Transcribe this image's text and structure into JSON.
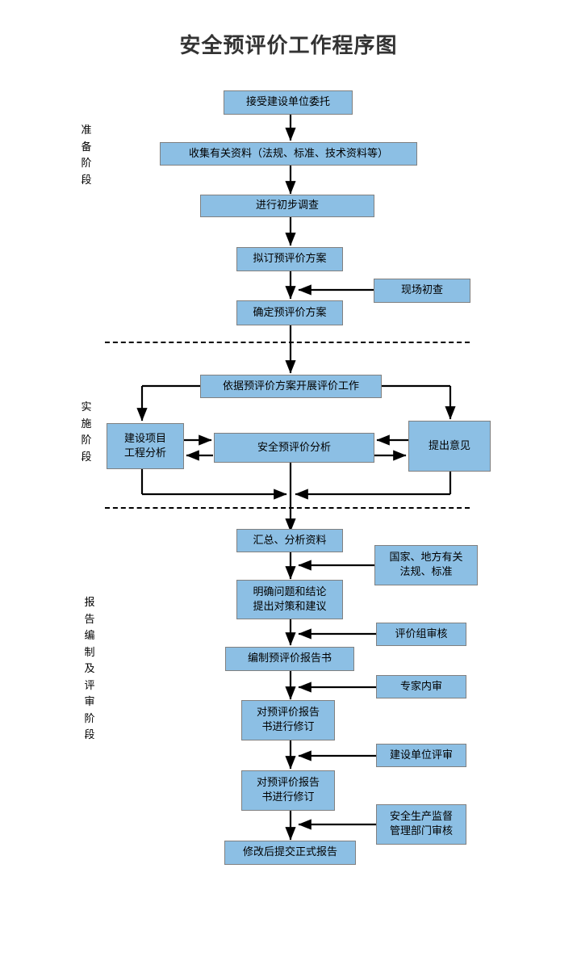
{
  "title": "安全预评价工作程序图",
  "colors": {
    "node_fill": "#8CBFE4",
    "node_border": "#808080",
    "line": "#000000",
    "title_text": "#333333",
    "background": "#ffffff"
  },
  "stages": [
    {
      "id": "preparation",
      "label": "准备阶段",
      "chars": [
        "准",
        "备",
        "阶",
        "段"
      ]
    },
    {
      "id": "implementation",
      "label": "实施阶段",
      "chars": [
        "实",
        "施",
        "阶",
        "段"
      ]
    },
    {
      "id": "reporting-review",
      "label": "报告编制及评审阶段",
      "chars": [
        "报",
        "告",
        "编",
        "制",
        "及",
        "评",
        "审",
        "阶",
        "段"
      ]
    }
  ],
  "nodes": {
    "accept_commission": {
      "text": "接受建设单位委托"
    },
    "collect_data": {
      "text": "收集有关资料（法规、标准、技术资料等）"
    },
    "preliminary_survey": {
      "text": "进行初步调查"
    },
    "draft_plan": {
      "text": "拟订预评价方案"
    },
    "site_survey": {
      "text": "现场初查"
    },
    "confirm_plan": {
      "text": "确定预评价方案"
    },
    "carry_out_evaluation": {
      "text": "依据预评价方案开展评价工作"
    },
    "project_engineering_analysis": {
      "line1": "建设项目",
      "line2": "工程分析"
    },
    "safety_pre_evaluation_analysis": {
      "text": "安全预评价分析"
    },
    "raise_opinions": {
      "text": "提出意见"
    },
    "summarize_analyze": {
      "text": "汇总、分析资料"
    },
    "national_local_regulations": {
      "line1": "国家、地方有关",
      "line2": "法规、标准"
    },
    "clarify_issues": {
      "line1": "明确问题和结论",
      "line2": "提出对策和建议"
    },
    "evaluation_group_review": {
      "text": "评价组审核"
    },
    "compile_report": {
      "text": "编制预评价报告书"
    },
    "expert_internal_review": {
      "text": "专家内审"
    },
    "revise_report_1": {
      "line1": "对预评价报告",
      "line2": "书进行修订"
    },
    "construction_unit_review": {
      "text": "建设单位评审"
    },
    "revise_report_2": {
      "line1": "对预评价报告",
      "line2": "书进行修订"
    },
    "safety_supervision_review": {
      "line1": "安全生产监督",
      "line2": "管理部门审核"
    },
    "submit_final_report": {
      "text": "修改后提交正式报告"
    }
  },
  "dividers": [
    {
      "id": "divider-preparation-implementation"
    },
    {
      "id": "divider-implementation-reporting"
    }
  ]
}
